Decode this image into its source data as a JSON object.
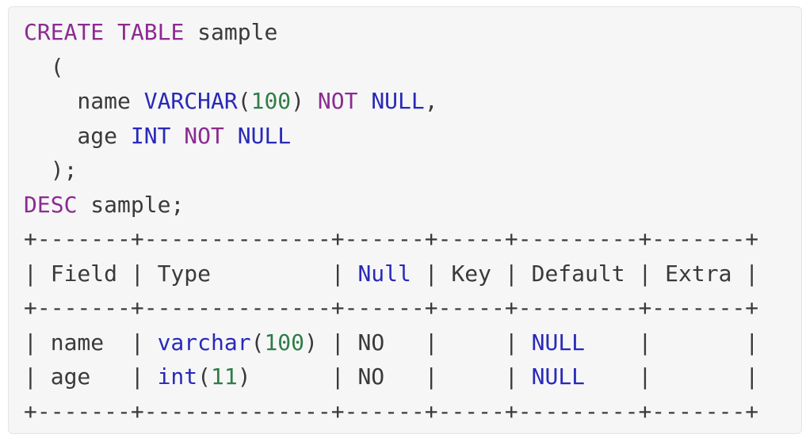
{
  "page": {
    "background": "#ffffff"
  },
  "code_block": {
    "language": "sql",
    "bg": "#f6f6f7",
    "border": "#e4e4e8",
    "colors": {
      "keyword": "#8b2b90",
      "type": "#2929b8",
      "number": "#2e7d46",
      "default": "#3a3a3a"
    },
    "lines": [
      {
        "tokens": [
          {
            "text": "CREATE",
            "style": "keyword"
          },
          {
            "text": " ",
            "style": "default"
          },
          {
            "text": "TABLE",
            "style": "keyword"
          },
          {
            "text": " sample",
            "style": "default"
          }
        ]
      },
      {
        "tokens": [
          {
            "text": "  (",
            "style": "default"
          }
        ]
      },
      {
        "tokens": [
          {
            "text": "    name ",
            "style": "default"
          },
          {
            "text": "VARCHAR",
            "style": "type"
          },
          {
            "text": "(",
            "style": "default"
          },
          {
            "text": "100",
            "style": "number"
          },
          {
            "text": ") ",
            "style": "default"
          },
          {
            "text": "NOT",
            "style": "keyword"
          },
          {
            "text": " ",
            "style": "default"
          },
          {
            "text": "NULL",
            "style": "type"
          },
          {
            "text": ",",
            "style": "default"
          }
        ]
      },
      {
        "tokens": [
          {
            "text": "    age ",
            "style": "default"
          },
          {
            "text": "INT",
            "style": "type"
          },
          {
            "text": " ",
            "style": "default"
          },
          {
            "text": "NOT",
            "style": "keyword"
          },
          {
            "text": " ",
            "style": "default"
          },
          {
            "text": "NULL",
            "style": "type"
          }
        ]
      },
      {
        "tokens": [
          {
            "text": "  );",
            "style": "default"
          }
        ]
      },
      {
        "tokens": [
          {
            "text": "DESC",
            "style": "keyword"
          },
          {
            "text": " sample;",
            "style": "default"
          }
        ]
      },
      {
        "tokens": [
          {
            "text": "+-------+--------------+------+-----+---------+-------+",
            "style": "default"
          }
        ]
      },
      {
        "tokens": [
          {
            "text": "| Field | Type         | ",
            "style": "default"
          },
          {
            "text": "Null",
            "style": "type"
          },
          {
            "text": " | Key | Default | Extra |",
            "style": "default"
          }
        ]
      },
      {
        "tokens": [
          {
            "text": "+-------+--------------+------+-----+---------+-------+",
            "style": "default"
          }
        ]
      },
      {
        "tokens": [
          {
            "text": "| name  | ",
            "style": "default"
          },
          {
            "text": "varchar",
            "style": "type"
          },
          {
            "text": "(",
            "style": "default"
          },
          {
            "text": "100",
            "style": "number"
          },
          {
            "text": ") | NO   |     | ",
            "style": "default"
          },
          {
            "text": "NULL",
            "style": "type"
          },
          {
            "text": "    |       |",
            "style": "default"
          }
        ]
      },
      {
        "tokens": [
          {
            "text": "| age   | ",
            "style": "default"
          },
          {
            "text": "int",
            "style": "type"
          },
          {
            "text": "(",
            "style": "default"
          },
          {
            "text": "11",
            "style": "number"
          },
          {
            "text": ")      | NO   |     | ",
            "style": "default"
          },
          {
            "text": "NULL",
            "style": "type"
          },
          {
            "text": "    |       |",
            "style": "default"
          }
        ]
      },
      {
        "tokens": [
          {
            "text": "+-------+--------------+------+-----+---------+-------+",
            "style": "default"
          }
        ]
      }
    ]
  },
  "result_table": {
    "headers": [
      "Field",
      "Type",
      "Null",
      "Key",
      "Default",
      "Extra"
    ],
    "rows": [
      [
        "name",
        "varchar(100)",
        "NO",
        "",
        "NULL",
        ""
      ],
      [
        "age",
        "int(11)",
        "NO",
        "",
        "NULL",
        ""
      ]
    ]
  }
}
